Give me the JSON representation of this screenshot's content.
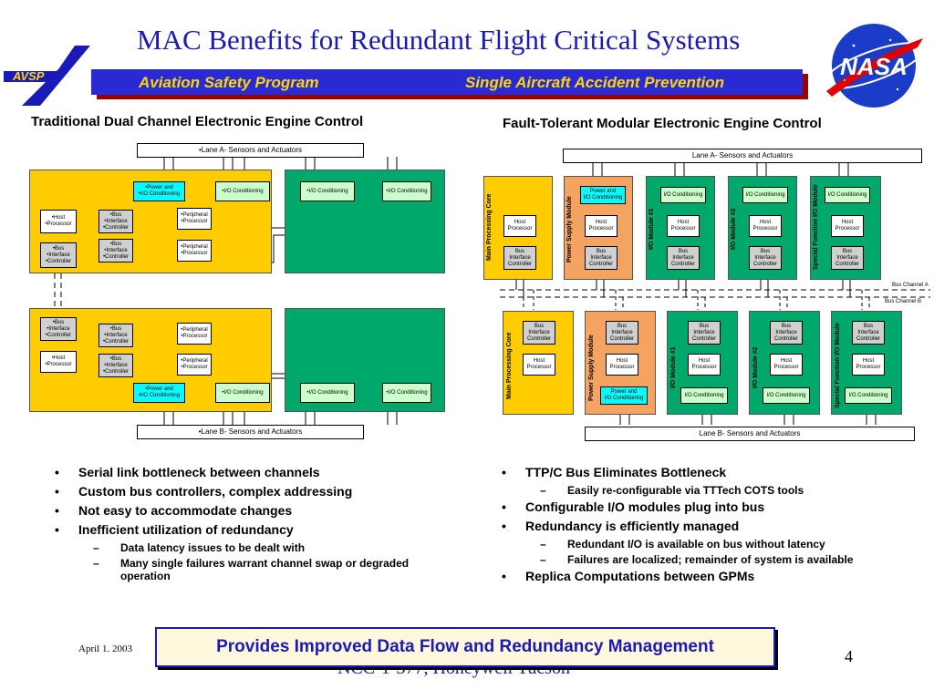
{
  "title": "MAC Benefits for Redundant Flight Critical Systems",
  "banner": {
    "left": "Aviation Safety Program",
    "right": "Single Aircraft Accident Prevention"
  },
  "logos": {
    "avsp": "AVSP",
    "nasa": "NASA"
  },
  "left_diagram": {
    "heading": "Traditional Dual Channel Electronic Engine Control",
    "lane_a": "•Lane A-  Sensors and Actuators",
    "lane_b": "•Lane B-  Sensors and Actuators",
    "top": {
      "power": "•Power and\n•I/O Conditioning",
      "io1": "•I/O Conditioning",
      "io2": "•I/O Conditioning",
      "io3": "•I/O Conditioning",
      "host": "•Host\n•Processor",
      "bus1": "•Bus\n•Interface\n•Controller",
      "bus2": "•Bus\n•Interface\n•Controller",
      "bus3": "•Bus\n•Interface\n•Controller",
      "periph1": "•Peripheral\n•Processor",
      "periph2": "•Peripheral\n•Processor"
    },
    "bottom": {
      "bus1": "•Bus\n•Interface\n•Controller",
      "bus2": "•Bus\n•Interface\n•Controller",
      "bus3": "•Bus\n•Interface\n•Controller",
      "host": "•Host\n•Processor",
      "periph1": "•Peripheral\n•Processor",
      "periph2": "•Peripheral\n•Processor",
      "power": "•Power and\n•I/O Conditioning",
      "io1": "•I/O Conditioning",
      "io2": "•I/O Conditioning",
      "io3": "•I/O Conditioning"
    }
  },
  "right_diagram": {
    "heading": "Fault-Tolerant Modular Electronic Engine Control",
    "lane_a": "Lane A-  Sensors and Actuators",
    "lane_b": "Lane B-  Sensors and Actuators",
    "bus_a": "Bus Channel A",
    "bus_b": "Bus Channel B",
    "module_labels": {
      "core": "Main Processing Core",
      "psu": "Power Supply Module",
      "io1": "I/O Module #1",
      "io2": "I/O Module #2",
      "special": "Special Function I/O Module"
    },
    "boxes": {
      "host": "Host\nProcessor",
      "bic": "Bus\nInterface\nController",
      "power": "Power and\nI/O Conditioning",
      "io": "I/O Conditioning"
    }
  },
  "bullets_left": [
    {
      "level": 1,
      "text": "Serial link bottleneck between channels"
    },
    {
      "level": 1,
      "text": "Custom bus controllers, complex addressing"
    },
    {
      "level": 1,
      "text": "Not easy to accommodate changes"
    },
    {
      "level": 1,
      "text": "Inefficient utilization of redundancy"
    },
    {
      "level": 2,
      "text": "Data latency issues to be dealt with"
    },
    {
      "level": 2,
      "text": "Many single failures warrant channel swap or degraded operation"
    }
  ],
  "bullets_right": [
    {
      "level": 1,
      "text": "TTP/C Bus Eliminates Bottleneck"
    },
    {
      "level": 2,
      "text": "Easily re-configurable via TTTech COTS tools"
    },
    {
      "level": 1,
      "text": "Configurable I/O modules plug into bus"
    },
    {
      "level": 1,
      "text": "Redundancy is efficiently managed"
    },
    {
      "level": 2,
      "text": "Redundant I/O is available on bus without latency"
    },
    {
      "level": 2,
      "text": "Failures are localized;  remainder of system is available"
    },
    {
      "level": 1,
      "text": "Replica Computations between GPMs"
    }
  ],
  "footer": {
    "callout": "Provides Improved Data Flow and Redundancy Management",
    "date": "April 1. 2003",
    "page": "4",
    "contract": "NCC-1-377, Honeywell Tucson"
  },
  "colors": {
    "title": "#1a1ab8",
    "banner": "#2a2ad4",
    "banner_text": "#ffd700",
    "yellow": "#ffcc00",
    "green": "#00a86b",
    "salmon": "#f4a460"
  }
}
